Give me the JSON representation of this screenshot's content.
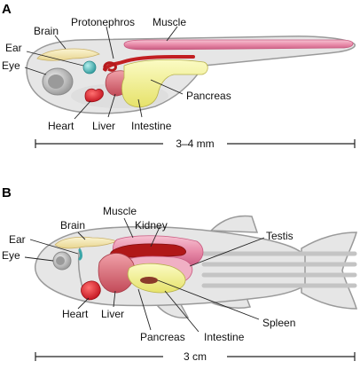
{
  "panels": {
    "a": {
      "letter": "A",
      "labels": {
        "brain": "Brain",
        "protonephros": "Protonephros",
        "muscle": "Muscle",
        "ear": "Ear",
        "eye": "Eye",
        "pancreas": "Pancreas",
        "heart": "Heart",
        "liver": "Liver",
        "intestine": "Intestine"
      },
      "scale": "3–4 mm"
    },
    "b": {
      "letter": "B",
      "labels": {
        "brain": "Brain",
        "muscle": "Muscle",
        "kidney": "Kidney",
        "testis": "Testis",
        "ear": "Ear",
        "eye": "Eye",
        "heart": "Heart",
        "liver": "Liver",
        "pancreas": "Pancreas",
        "intestine": "Intestine",
        "spleen": "Spleen"
      },
      "scale": "3 cm"
    }
  },
  "colors": {
    "body_outline": "#9a9a9a",
    "body_fill": "#e6e6e6",
    "brain": "#f3e6a8",
    "muscle": "#e88aa8",
    "pancreas_yellow": "#f2f08a",
    "heart": "#d9202e",
    "liver": "#d9707a",
    "ear": "#3aa6a8",
    "kidney": "#b01818"
  }
}
